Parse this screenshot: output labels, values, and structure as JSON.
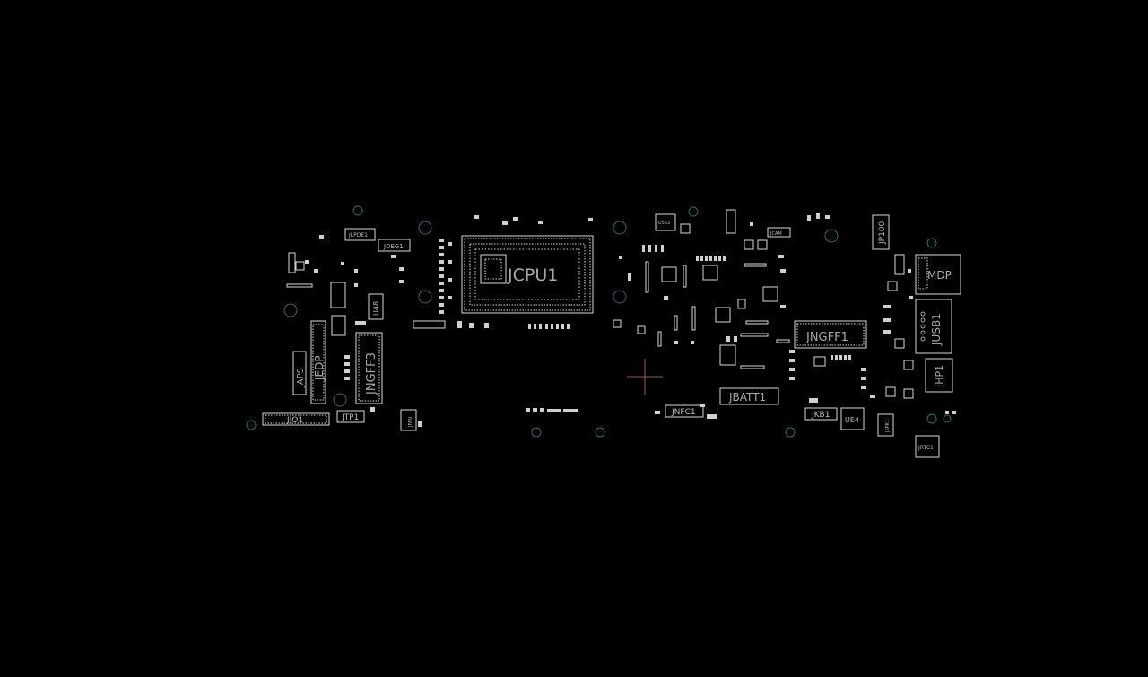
{
  "viewer": {
    "background": "#000000",
    "outline_color": "#d8d8d8",
    "label_color": "#a9a9a9",
    "hole_color": "#2f6b6b",
    "cursor_color": "#a0506a"
  },
  "components": {
    "cpu1": "JCPU1",
    "jngff1": "JNGFF1",
    "jngff3": "JNGFF3",
    "jbatt1": "JBATT1",
    "jedp": "JEDP",
    "japs": "JAPS",
    "jusb1": "JUSB1",
    "mdp": "MDP",
    "jhp1": "JHP1",
    "jio1": "JIO1",
    "jtp1": "JTP1",
    "jnfc1": "JNFC1",
    "jkb1": "JKB1",
    "ue4": "UE4",
    "jp100": "JP100",
    "jrtc1": "JRTC1",
    "jdeg1": "JDEG1",
    "jlpdb1": "JLPDE1",
    "u48": "U48",
    "jfan": "JFAN",
    "u553": "U553",
    "jcam": "JCAM",
    "jspk": "JSPK1"
  }
}
